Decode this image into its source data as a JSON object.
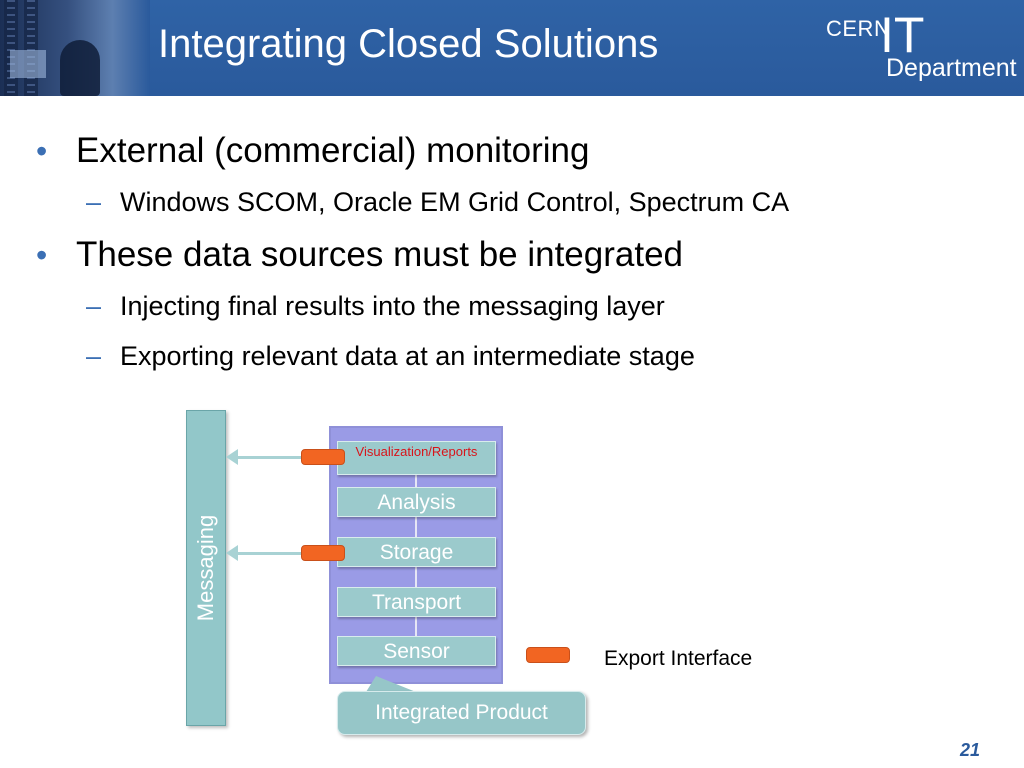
{
  "slide": {
    "title": "Integrating Closed Solutions",
    "logo": {
      "top": "CERN",
      "mark": "IT",
      "bottom": "Department"
    },
    "page_number": "21"
  },
  "bullets": [
    {
      "text": "External (commercial) monitoring",
      "sub": [
        "Windows SCOM, Oracle EM Grid Control, Spectrum CA"
      ]
    },
    {
      "text": "These data sources must be integrated",
      "sub": [
        "Injecting final results into the messaging layer",
        "Exporting relevant data at an intermediate stage"
      ]
    }
  ],
  "diagram": {
    "messaging_label": "Messaging",
    "layers": [
      "Visualization/Reports",
      "Analysis",
      "Storage",
      "Transport",
      "Sensor"
    ],
    "product_label": "Integrated Product",
    "legend_label": "Export Interface",
    "colors": {
      "layer": "#9bcacc",
      "stack": "#9a9be6",
      "export": "#f26522",
      "header": "#2a5a9c"
    }
  }
}
